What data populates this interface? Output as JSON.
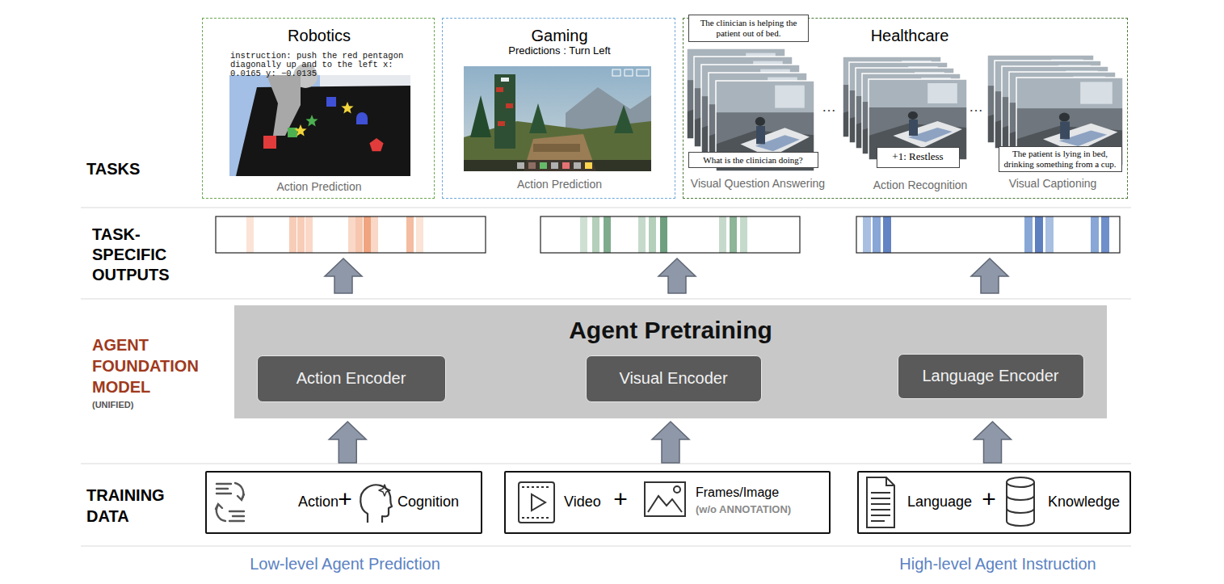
{
  "diagram": {
    "nodes": [
      {
        "text": [
          "Robotics",
          "instruction: push the red pentagon diagonally up and to the left x: 0.0165 y: −0.0135",
          "Action Prediction"
        ]
      },
      {
        "text": [
          "Gaming",
          "Predictions : Turn Left",
          "Action Prediction"
        ]
      },
      {
        "text": [
          "Healthcare",
          "Visual Question Answering",
          "Action Recognition",
          "Visual Captioning"
        ]
      },
      {
        "text": [
          "The clinician is helping the patient out of bed."
        ],
        "in": 2
      },
      {
        "text": [
          "What is the clinician doing?"
        ],
        "in": 2
      },
      {
        "text": [
          "+1: Restless"
        ],
        "in": 2
      },
      {
        "text": [
          "The patient is lying in bed, drinking something from a cup."
        ],
        "in": 2
      },
      {
        "text": [
          "Agent Pretraining"
        ]
      },
      {
        "text": [
          "Action Encoder"
        ],
        "in": 7
      },
      {
        "text": [
          "Visual Encoder"
        ],
        "in": 7
      },
      {
        "text": [
          "Language Encoder"
        ],
        "in": 7
      },
      {
        "text": [
          "Action",
          "+",
          "Cognition"
        ]
      },
      {
        "text": [
          "Video",
          "+",
          "Frames/Image",
          "(w/o ANNOTATION)"
        ]
      },
      {
        "text": [
          "Language",
          "+",
          "Knowledge"
        ]
      }
    ],
    "edges": [
      {
        "from": 11,
        "to": 8,
        "arrow": "to"
      },
      {
        "from": 12,
        "to": 9,
        "arrow": "to"
      },
      {
        "from": 13,
        "to": 10,
        "arrow": "to"
      }
    ],
    "labels": [
      "TASKS",
      "TASK-SPECIFIC OUTPUTS",
      "AGENT FOUNDATION MODEL",
      "(UNIFIED)",
      "TRAINING DATA",
      "Low-level Agent Prediction",
      "High-level Agent Instruction",
      "…",
      "…"
    ]
  }
}
